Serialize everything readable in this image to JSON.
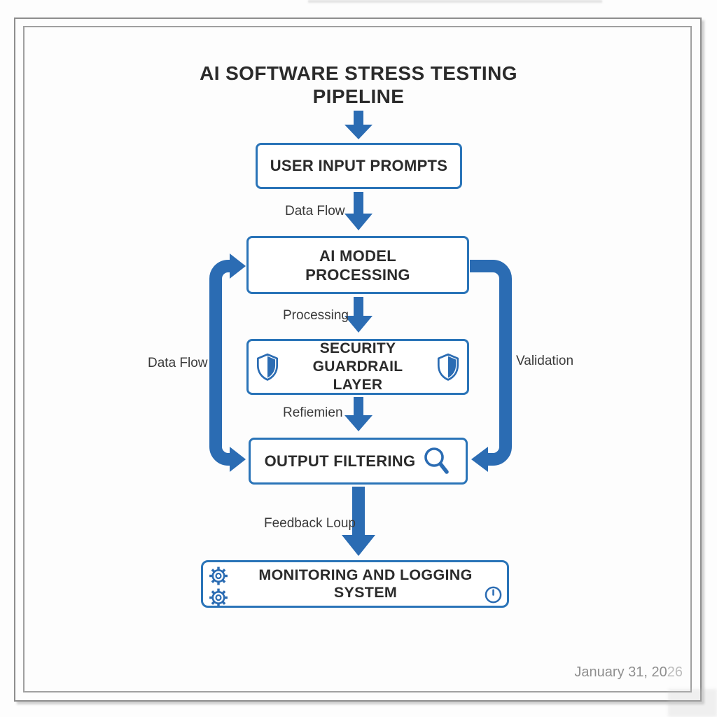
{
  "title": {
    "line1": "AI SOFTWARE STRESS TESTING",
    "line2": "PIPELINE"
  },
  "nodes": {
    "user_input": {
      "label": "USER INPUT PROMPTS"
    },
    "ai_model": {
      "line1": "AI MODEL",
      "line2": "PROCESSING"
    },
    "security": {
      "line1": "SECURITY GUARDRAIL",
      "line2": "LAYER"
    },
    "output": {
      "label": "OUTPUT FILTERING"
    },
    "monitoring": {
      "label": "MONITORING AND LOGGING SYSTEM"
    }
  },
  "edges": {
    "input_flow": "Data Flow",
    "processing": "Processing",
    "refinement": "Refiemien",
    "feedback": "Feedback Loup",
    "side_left": "Data Flow",
    "side_right": "Validation"
  },
  "icons": {
    "security_left": "shield-icon",
    "security_right": "shield-icon",
    "output": "search-icon",
    "monitoring_gears": "gear-icon",
    "monitoring_clock": "clock-icon"
  },
  "footer": {
    "date_prefix": "January 31, 20",
    "date_suffix": "26"
  },
  "colors": {
    "accent_blue": "#2b6cb3",
    "box_border_blue": "#2a74b8",
    "text_dark": "#2b2b2b",
    "frame_gray": "#8e8e8e",
    "date_gray": "#8f8f8f"
  }
}
